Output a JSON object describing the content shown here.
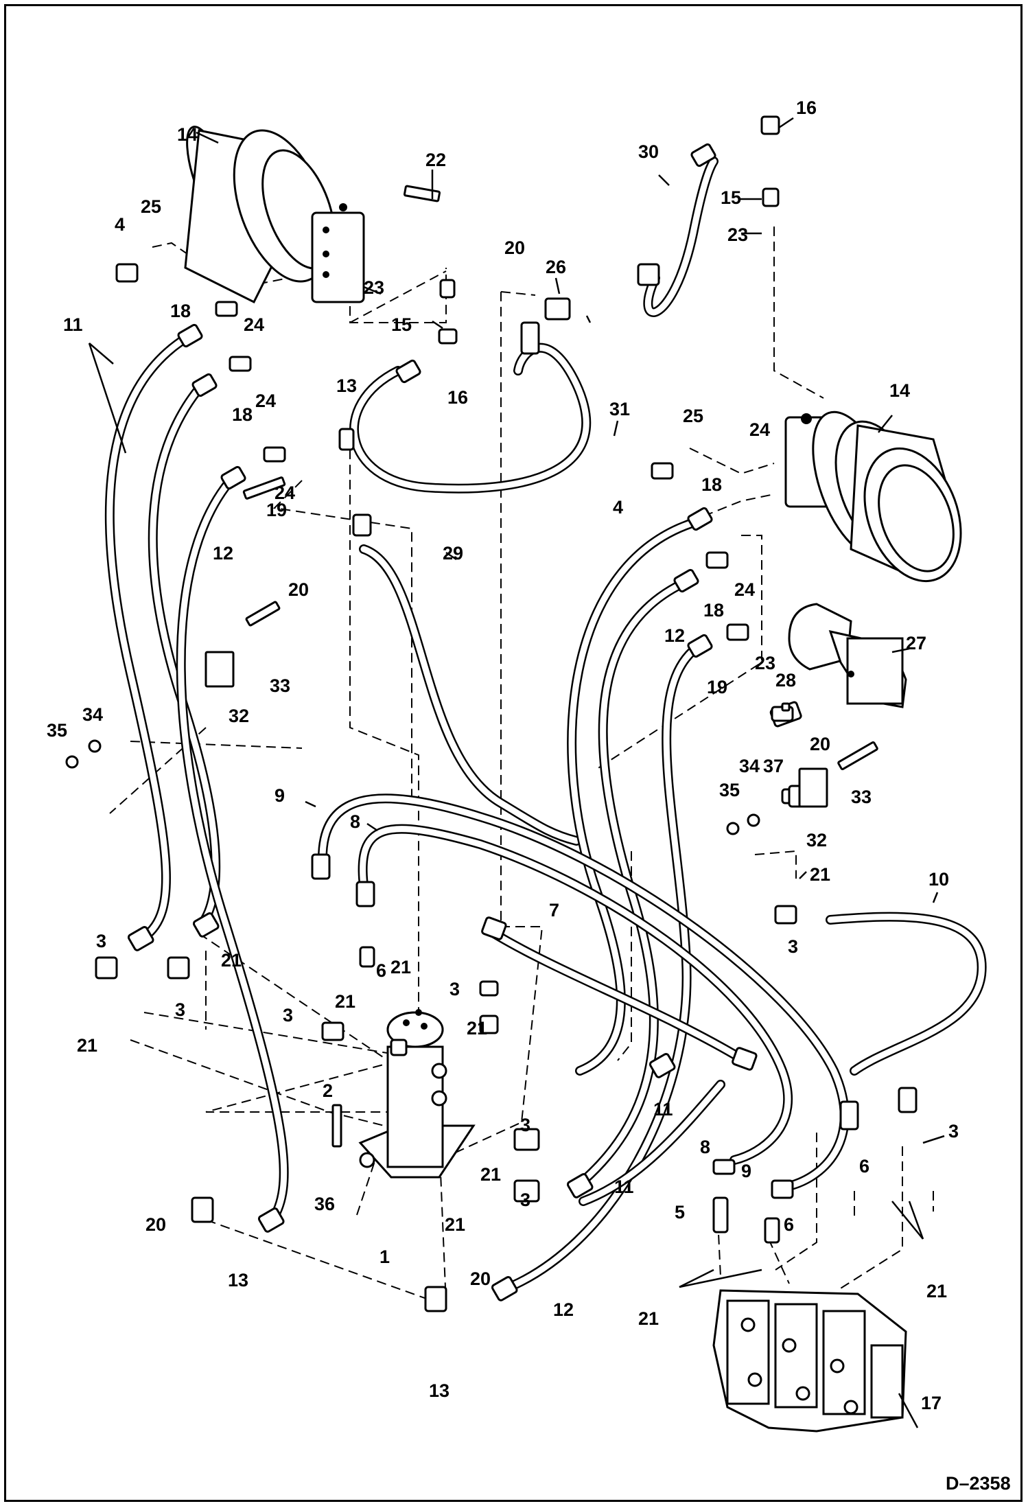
{
  "document_number": "D–2358",
  "callouts": [
    "1",
    "2",
    "3",
    "4",
    "5",
    "6",
    "7",
    "8",
    "9",
    "10",
    "11",
    "12",
    "13",
    "14",
    "15",
    "16",
    "17",
    "18",
    "19",
    "20",
    "21",
    "22",
    "23",
    "24",
    "25",
    "26",
    "27",
    "28",
    "29",
    "30",
    "31",
    "32",
    "33",
    "34",
    "35",
    "36",
    "37"
  ]
}
